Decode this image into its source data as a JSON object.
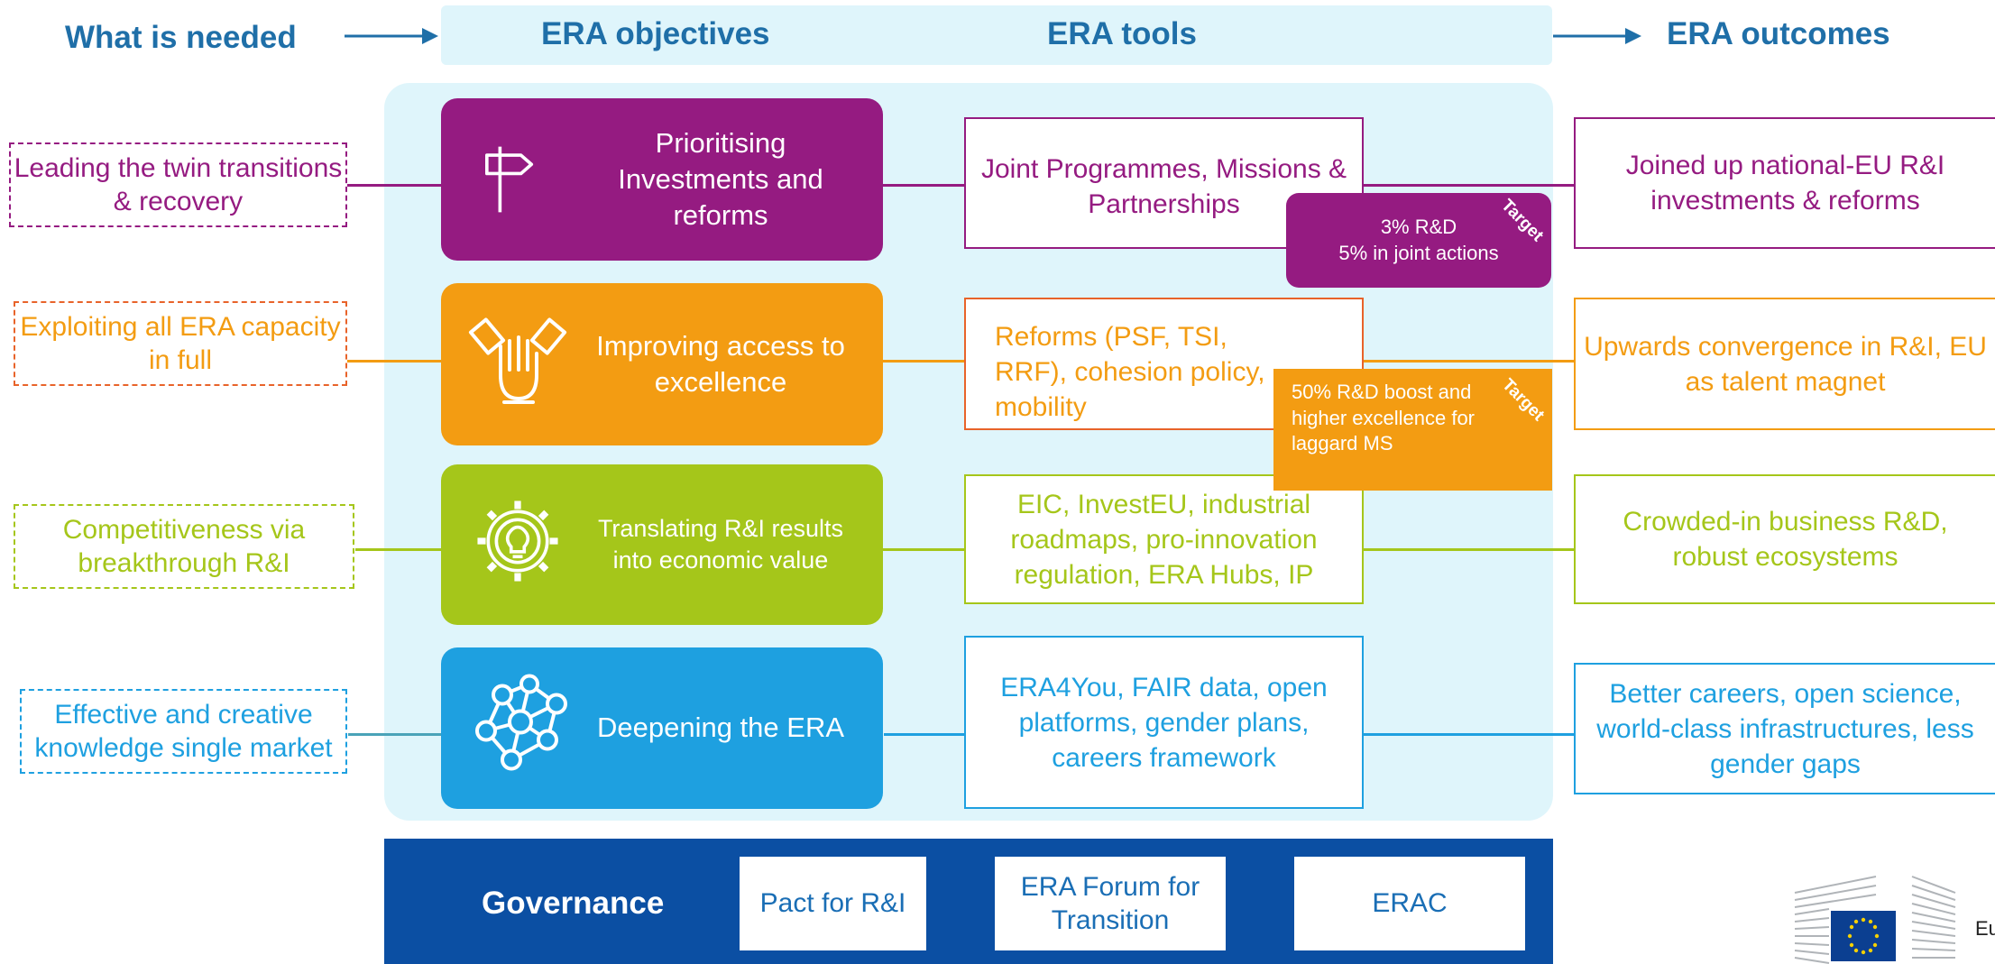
{
  "header": {
    "needed": "What is needed",
    "objectives": "ERA objectives",
    "tools": "ERA tools",
    "outcomes": "ERA outcomes"
  },
  "rows": [
    {
      "need": "Leading the twin transitions & recovery",
      "objective": "Prioritising Investments and reforms",
      "tool": "Joint Programmes, Missions & Partnerships",
      "outcome": "Joined up national-EU R&I investments & reforms",
      "color": "#951b81",
      "icon": "signpost-icon",
      "target": {
        "label": "Target",
        "text": "3% R&D\n5% in joint actions"
      }
    },
    {
      "need": "Exploiting all ERA capacity in full",
      "objective": "Improving access to excellence",
      "tool": "Reforms (PSF, TSI, RRF), cohesion policy, mobility",
      "outcome": "Upwards convergence in R&I, EU as talent magnet",
      "color": "#f39c12",
      "icon": "hands-together-icon",
      "target": {
        "label": "Target",
        "text": "50% R&D boost and higher excellence for laggard MS"
      }
    },
    {
      "need": "Competitiveness via breakthrough R&I",
      "objective": "Translating R&I results into economic value",
      "tool": "EIC, InvestEU, industrial roadmaps, pro-innovation regulation, ERA Hubs, IP",
      "outcome": "Crowded-in business R&D, robust ecosystems",
      "color": "#a5c61a",
      "icon": "gear-lightbulb-icon"
    },
    {
      "need": "Effective and creative knowledge single market",
      "objective": "Deepening the ERA",
      "tool": "ERA4You, FAIR data, open platforms, gender plans, careers framework",
      "outcome": "Better careers, open science, world-class infrastructures, less gender gaps",
      "color": "#1ea0e0",
      "icon": "network-icon"
    }
  ],
  "governance": {
    "label": "Governance",
    "items": [
      "Pact for R&I",
      "ERA Forum for Transition",
      "ERAC"
    ]
  },
  "logo": {
    "text": "European Commission"
  },
  "colors": {
    "header_text": "#1f6fa8",
    "panel_bg": "#dff5fb",
    "governance_bg": "#0b4fa3",
    "target_purple": "#951b81",
    "target_orange": "#f39c12"
  }
}
